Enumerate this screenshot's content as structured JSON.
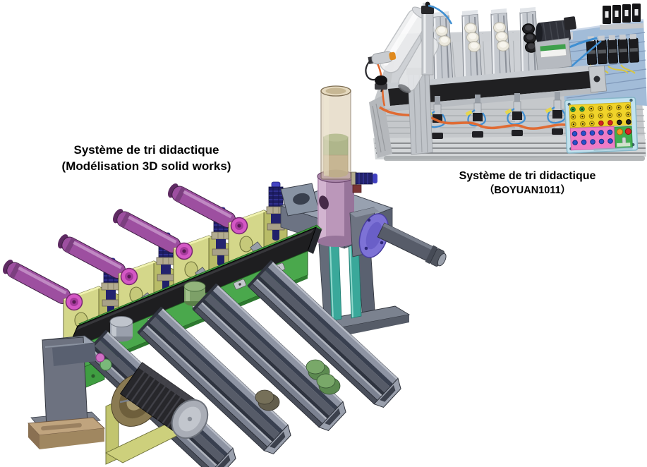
{
  "captions": {
    "cad": {
      "line1": "Système de tri didactique",
      "line2": "(Modélisation 3D solid works)"
    },
    "photo": {
      "line1": "Système de tri didactique",
      "line2": "（BOYUAN1011）"
    }
  },
  "colors": {
    "c-purple": "#9d4fa0",
    "c-pink": "#d457c4",
    "c-khaki": "#d4d78a",
    "c-green": "#4aa84c",
    "c-belt": "#1e1e20",
    "c-chute": "#7c8291",
    "c-slate": "#6d7280",
    "c-brown": "#c0a47e",
    "c-navy": "#1e1e64",
    "c-teal": "#3aa89a",
    "c-pinkgray": "#bb97ba",
    "c-violet": "#7d72d6",
    "c-workgray": "#9aa0ac",
    "c-workgreen": "#7da068",
    "c-deck": "#c5c8cb",
    "c-rail": "#c6cad0",
    "c-bluepanel": "#a2bcd8",
    "c-bluetube": "#3f8fd2",
    "c-orange": "#e2662a",
    "c-panelblue": "#c2e2ee",
    "c-panelyellow": "#f0d32a",
    "c-panelpink": "#ee7cc6",
    "c-panelgreen": "#3fae4e"
  }
}
